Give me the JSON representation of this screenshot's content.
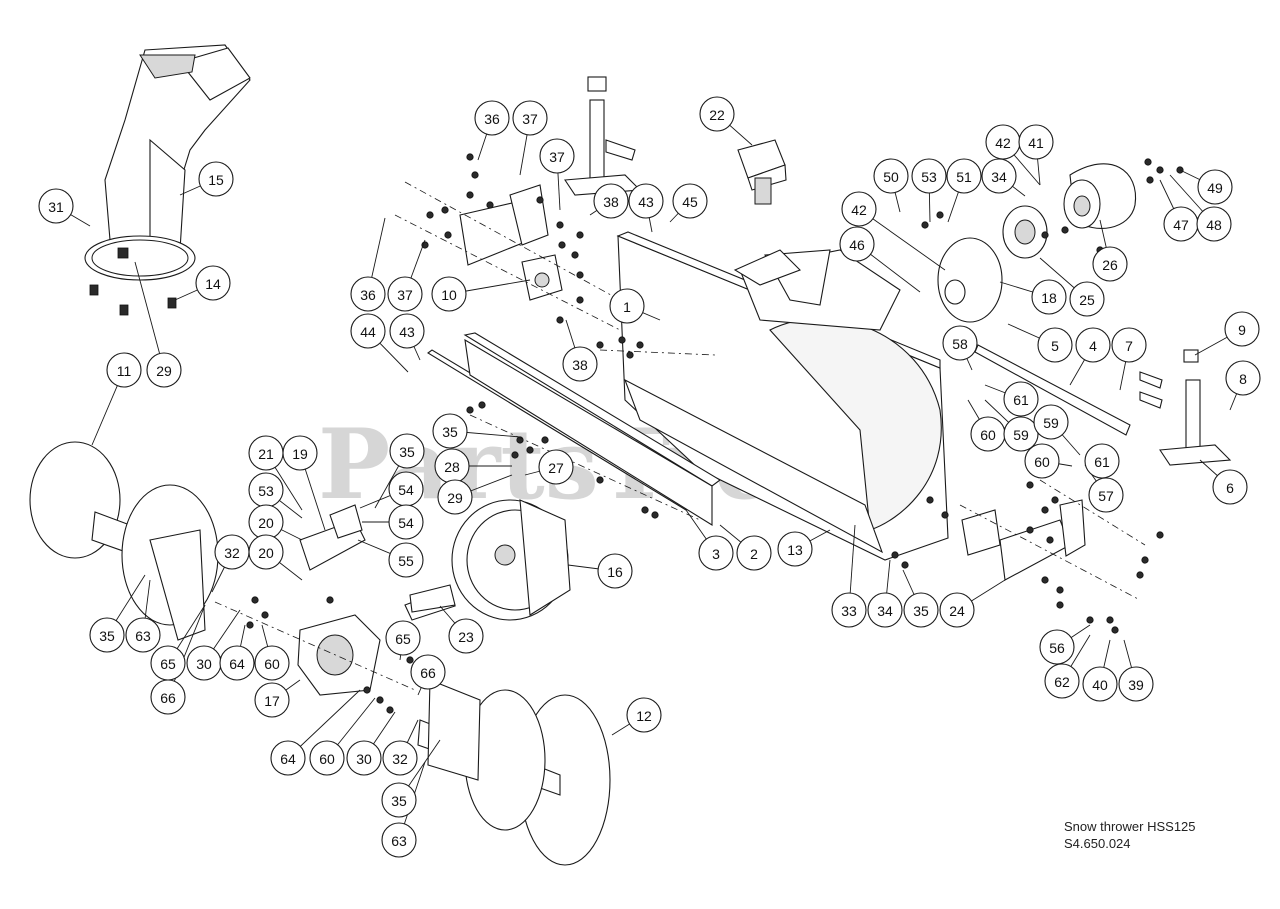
{
  "caption": {
    "model": "Snow thrower HSS125",
    "code": "S4.650.024"
  },
  "callouts": [
    "36",
    "37",
    "37",
    "38",
    "43",
    "45",
    "22",
    "42",
    "41",
    "50",
    "53",
    "51",
    "34",
    "49",
    "47",
    "48",
    "26",
    "25",
    "18",
    "46",
    "42",
    "36",
    "37",
    "10",
    "1",
    "44",
    "43",
    "38",
    "15",
    "31",
    "14",
    "29",
    "11",
    "5",
    "4",
    "7",
    "9",
    "8",
    "58",
    "61",
    "60",
    "59",
    "59",
    "60",
    "61",
    "57",
    "6",
    "35",
    "28",
    "29",
    "27",
    "21",
    "19",
    "35",
    "54",
    "53",
    "54",
    "20",
    "55",
    "20",
    "32",
    "16",
    "3",
    "2",
    "13",
    "33",
    "34",
    "35",
    "24",
    "56",
    "62",
    "40",
    "39",
    "35",
    "63",
    "65",
    "30",
    "64",
    "60",
    "66",
    "23",
    "65",
    "17",
    "66",
    "64",
    "60",
    "30",
    "32",
    "12",
    "35",
    "63"
  ]
}
